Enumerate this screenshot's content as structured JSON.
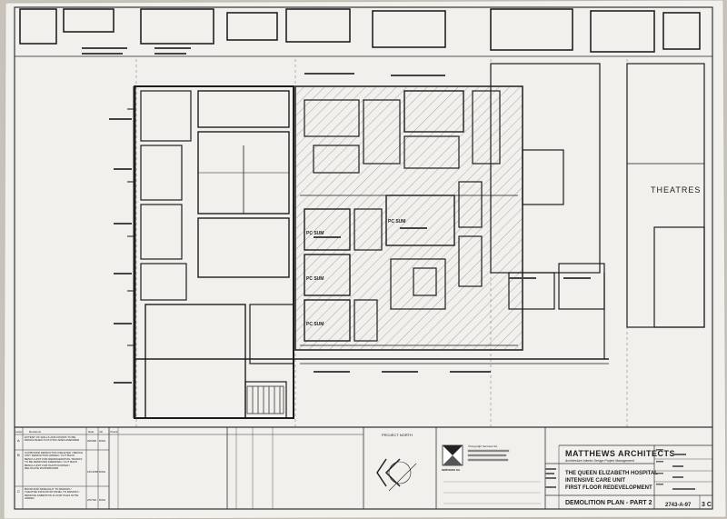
{
  "drawing": {
    "area_label": "THEATRES",
    "pc_sum_label": "PC SUM",
    "project_north_label": "PROJECT NORTH"
  },
  "revisions": {
    "headers": [
      "Letter",
      "Revisions",
      "Date",
      "Init",
      "Check"
    ],
    "rows": [
      {
        "letter": "A",
        "text": "EXTENT OF WALLS AND DOORS TO BE DEMOLISHED IN PHYSIO AREA AMENDED",
        "date": "29/6/98",
        "init": "DWH"
      },
      {
        "letter": "B",
        "text": "CUPBOARD DEMOLITION DELETED / BENCH UNIT DEMOLITION ADDED / CUT BACK BENCH UNIT FOR REFRIGERATOR / BASINS TO BE REMOVED AMENDED / CUT BACK BENCH UNIT FOR PHOTOCOPIER / RELOCATE WHITEBOARD",
        "date": "16/12/98",
        "init": "DWH"
      },
      {
        "letter": "C",
        "text": "BOOR AND SIDELIGHT TO REMAIN / THEATRE INDICATOR PANEL TO REMAIN / REMOVE ASBESTOS FLOOR TILES NOTE ADDED",
        "date": "2/07/99",
        "init": "DWH"
      }
    ]
  },
  "services": {
    "name": "SERVICES SA",
    "copyright": "©Copyright Services SA"
  },
  "title_block": {
    "firm": "MATTHEWS ARCHITECTS",
    "firm_services": "Architecture   Interior Design   Project Management",
    "project_line1": "THE QUEEN ELIZABETH HOSPITAL",
    "project_line2": "INTENSIVE CARE UNIT",
    "project_line3": "FIRST FLOOR REDEVELOPMENT",
    "sheet_title": "DEMOLITION PLAN - PART 2",
    "drawing_number": "2743-A-97",
    "revision": "3 C"
  }
}
